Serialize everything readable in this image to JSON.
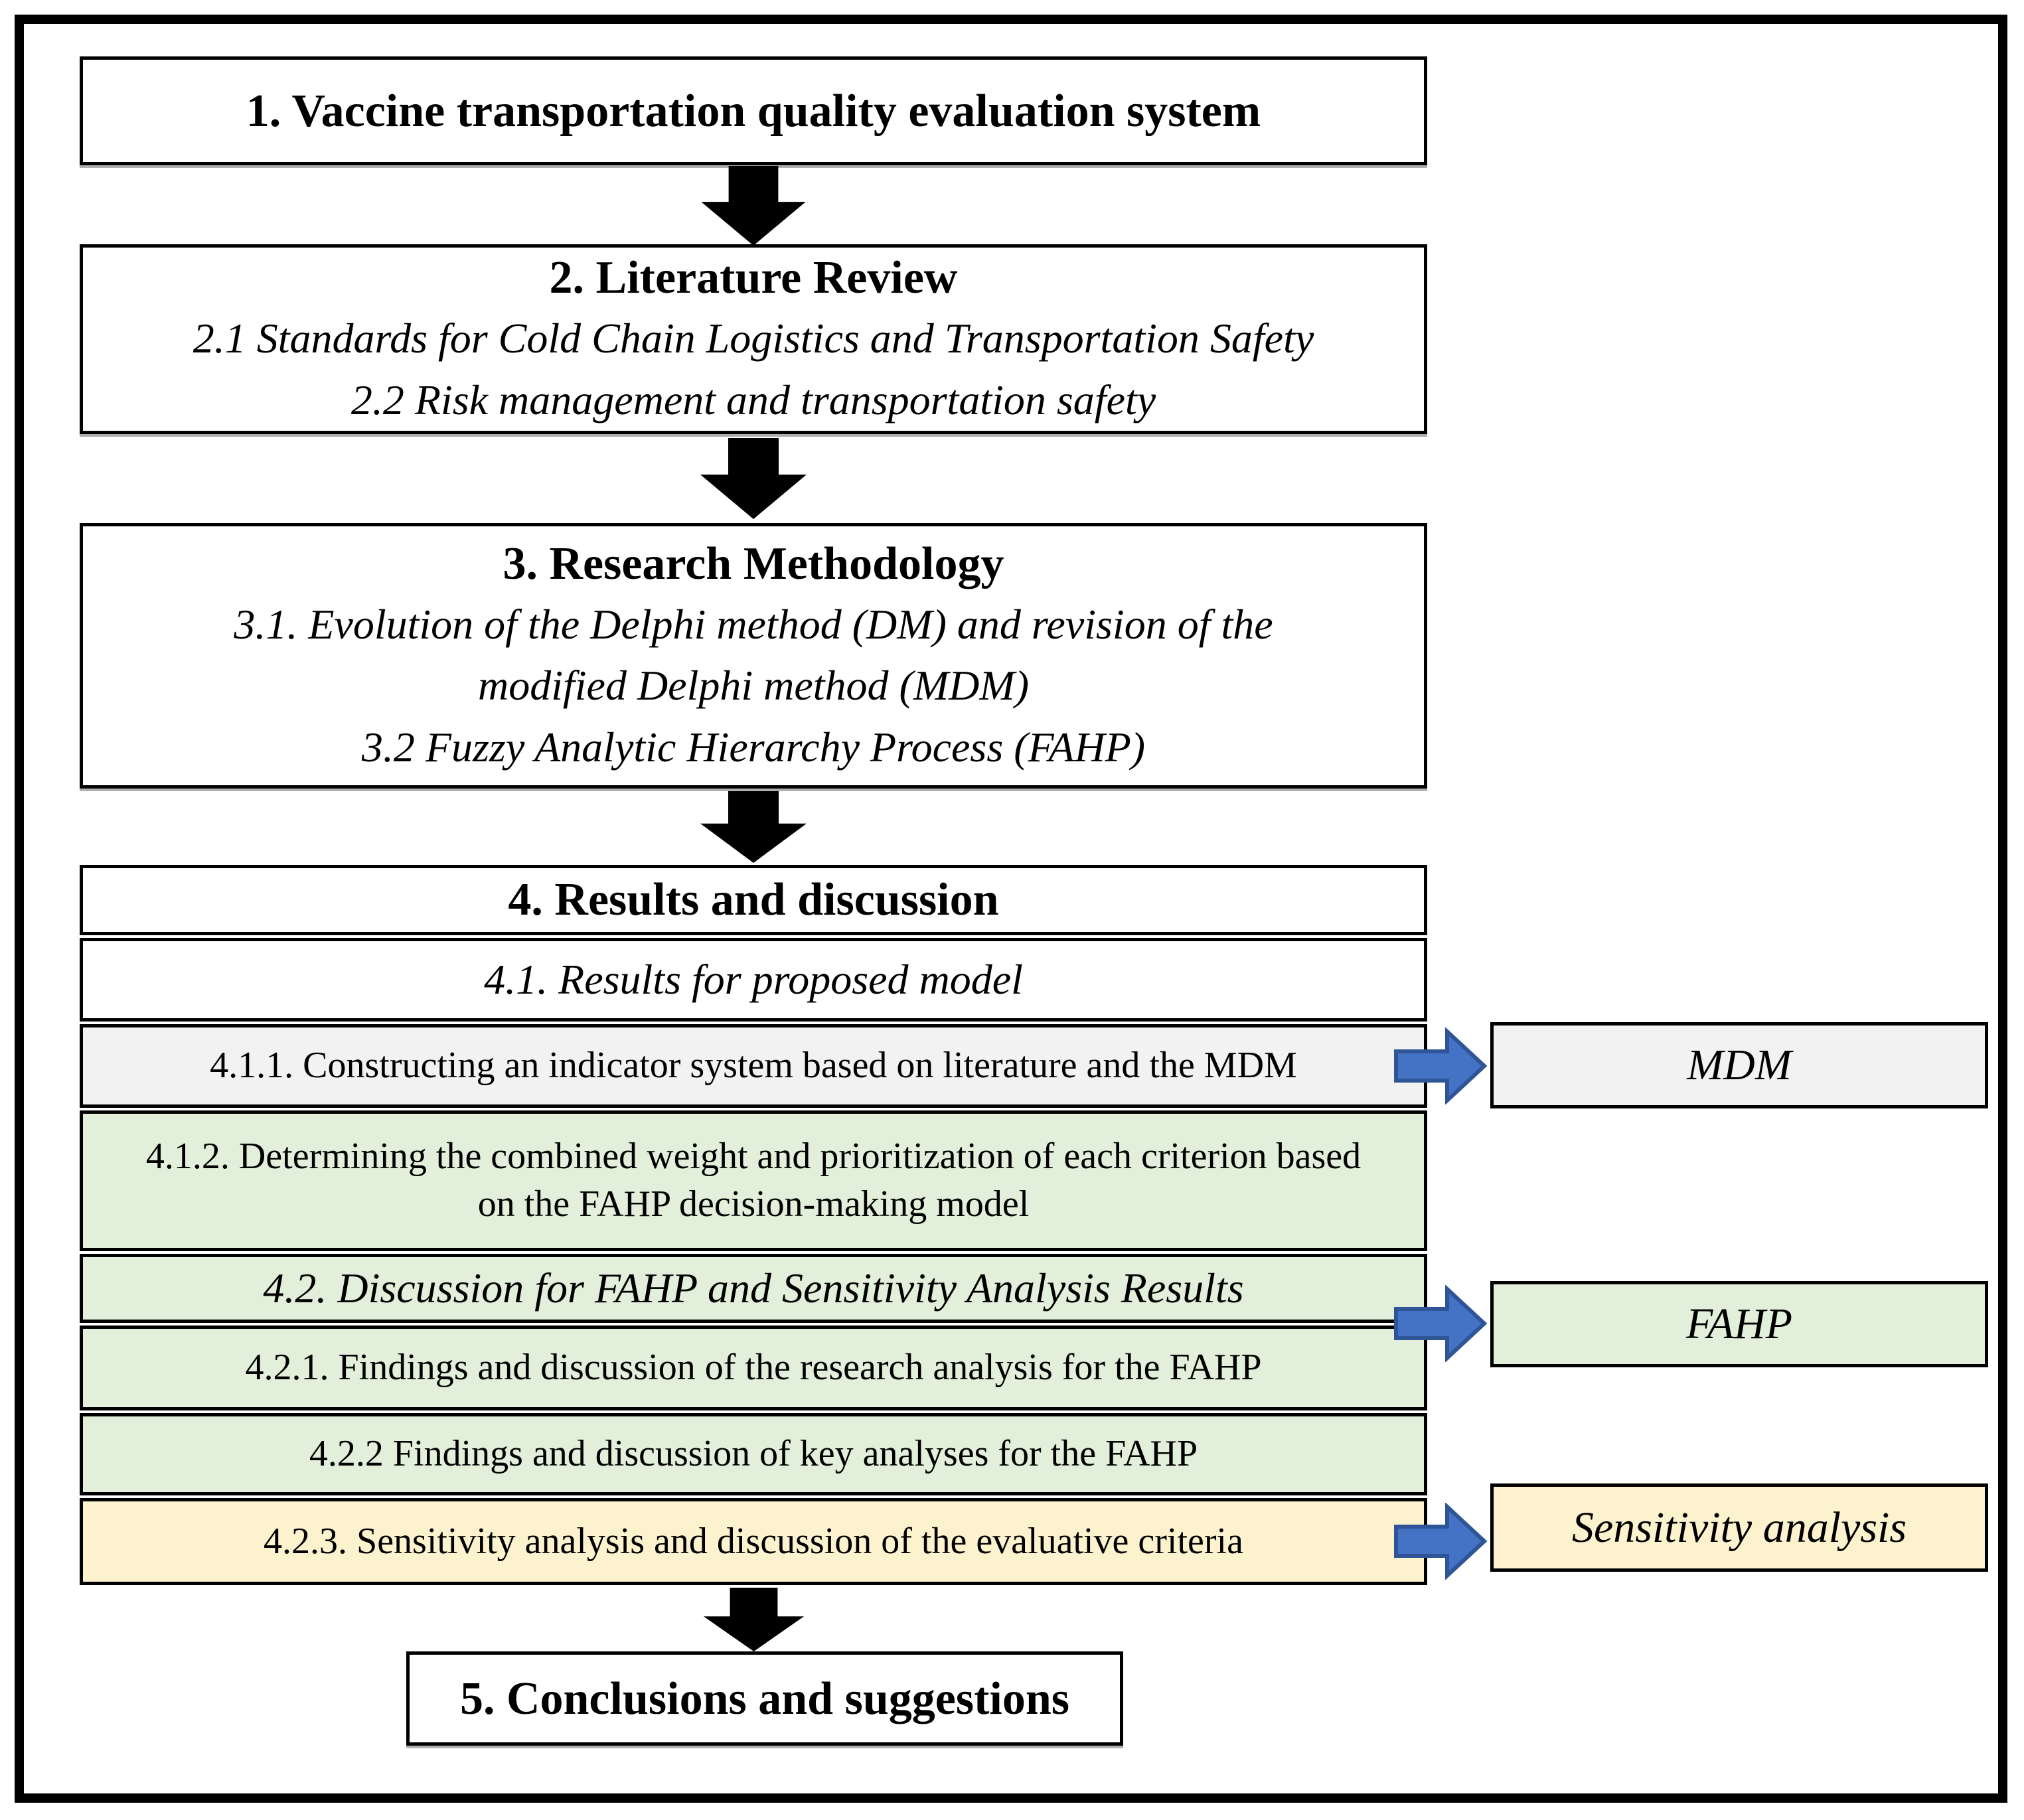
{
  "palette": {
    "row_gray": "#F2F2F2",
    "row_green": "#E2EFDA",
    "row_yellow": "#FCF2CE",
    "arrow_blue_fill": "#4472C4",
    "arrow_blue_border": "#2F5597",
    "arrow_black": "#000000",
    "box_border": "#000000"
  },
  "flow": {
    "box1": {
      "title": "1. Vaccine transportation quality evaluation system"
    },
    "box2": {
      "title": "2. Literature Review",
      "items": [
        "2.1 Standards for Cold Chain Logistics and Transportation Safety",
        "2.2 Risk management and transportation safety"
      ]
    },
    "box3": {
      "title": "3. Research Methodology",
      "items": [
        "3.1. Evolution of the Delphi method (DM) and revision of the\nmodified Delphi method (MDM)",
        "3.2 Fuzzy Analytic Hierarchy Process (FAHP)"
      ]
    },
    "results": {
      "title": "4. Results and discussion",
      "rows": [
        {
          "label": "4.1. Results for proposed model",
          "bg": "white",
          "style": "italic"
        },
        {
          "label": "4.1.1. Constructing an indicator system based on literature and the MDM",
          "bg": "gray",
          "style": "regular"
        },
        {
          "label": "4.1.2. Determining the combined weight and prioritization of each criterion based\non the FAHP decision-making model",
          "bg": "green",
          "style": "regular"
        },
        {
          "label": "4.2. Discussion for FAHP and Sensitivity Analysis Results",
          "bg": "green",
          "style": "italic"
        },
        {
          "label": "4.2.1. Findings and discussion of the research analysis for the FAHP",
          "bg": "green",
          "style": "regular"
        },
        {
          "label": "4.2.2 Findings and discussion of key analyses for the FAHP",
          "bg": "green",
          "style": "regular"
        },
        {
          "label": "4.2.3. Sensitivity analysis and discussion of the evaluative criteria",
          "bg": "yellow",
          "style": "regular"
        }
      ]
    },
    "box5": {
      "title": "5. Conclusions and suggestions"
    },
    "side_boxes": [
      {
        "label": "MDM",
        "bg": "gray"
      },
      {
        "label": "FAHP",
        "bg": "green"
      },
      {
        "label": "Sensitivity analysis",
        "bg": "yellow"
      }
    ]
  }
}
